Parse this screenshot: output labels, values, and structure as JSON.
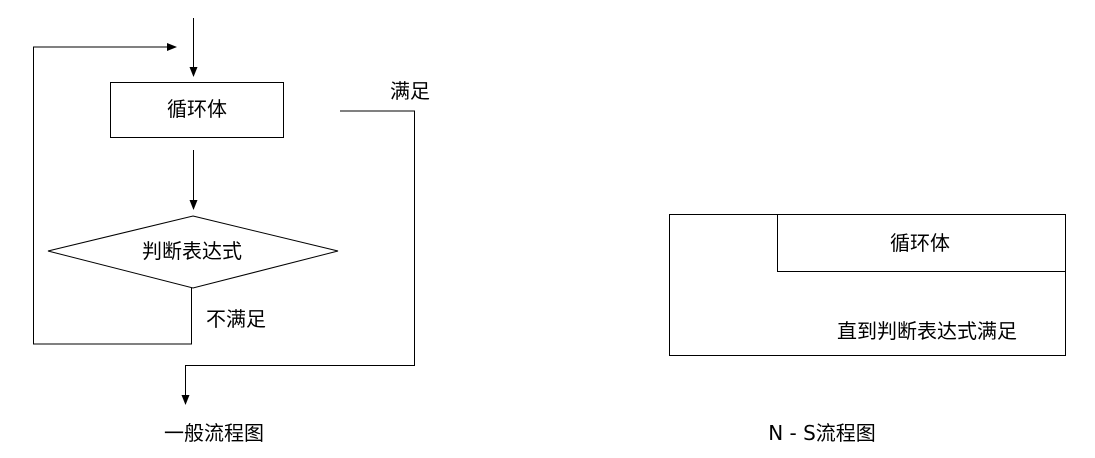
{
  "general_flowchart": {
    "loop_body": "循环体",
    "condition": "判断表达式",
    "satisfied": "满足",
    "not_satisfied": "不满足",
    "caption": "一般流程图"
  },
  "ns_flowchart": {
    "loop_body": "循环体",
    "until_condition": "直到判断表达式满足",
    "caption": "N - S流程图"
  }
}
